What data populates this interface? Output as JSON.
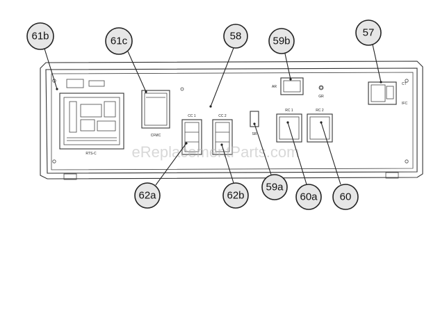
{
  "watermark": "eReplacementParts.com",
  "board_labels": {
    "control_board": "RTS-C",
    "power_supply": "CFMC",
    "contactor_1": "CC 1",
    "contactor_2": "CC 2",
    "relay_1": "RC 1",
    "relay_2": "RC 2",
    "switch": "SR",
    "top_relay": "AR",
    "ground": "GR",
    "right_device_1": "CT",
    "right_device_2": "IFC"
  },
  "callouts": [
    {
      "id": "61b"
    },
    {
      "id": "61c"
    },
    {
      "id": "58"
    },
    {
      "id": "59b"
    },
    {
      "id": "57"
    },
    {
      "id": "62a"
    },
    {
      "id": "62b"
    },
    {
      "id": "59a"
    },
    {
      "id": "60a"
    },
    {
      "id": "60"
    }
  ]
}
